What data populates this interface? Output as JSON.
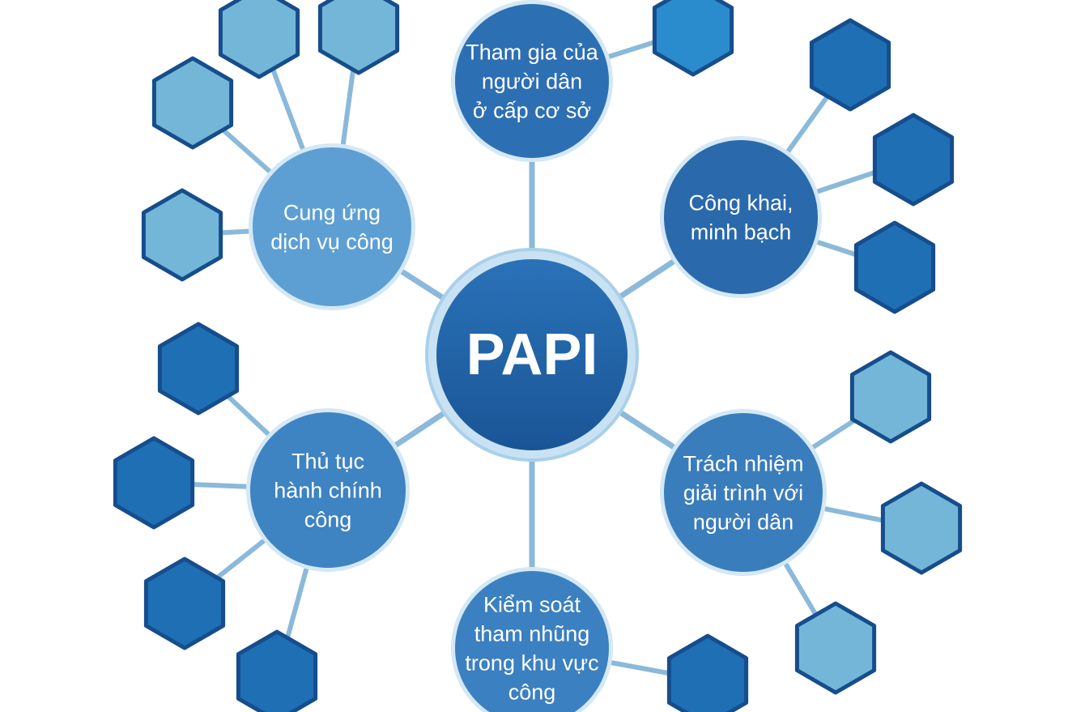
{
  "center": {
    "label": "PAPI"
  },
  "colors": {
    "center_fill": "#1f62a6",
    "center_ring": "#c9e2f3",
    "connector": "#8ab9da",
    "hex_light_fill": "#74b6d8",
    "hex_mid_fill": "#2b8ccd",
    "hex_dark_fill": "#1f6fb5",
    "hex_stroke": "#164d8c"
  },
  "dimensions": [
    {
      "id": "participation",
      "lines": [
        "Tham gia của",
        "người dân",
        "ở cấp cơ sở"
      ],
      "fill": "#2d6fb3",
      "hex_tone": "mid"
    },
    {
      "id": "transparency",
      "lines": [
        "Công khai,",
        "minh bạch"
      ],
      "fill": "#2a69ac",
      "hex_tone": "dark"
    },
    {
      "id": "accountability",
      "lines": [
        "Trách nhiệm",
        "giải trình với",
        "người dân"
      ],
      "fill": "#3a7dbc",
      "hex_tone": "light"
    },
    {
      "id": "anticorruption",
      "lines": [
        "Kiểm soát",
        "tham nhũng",
        "trong khu vực",
        "công"
      ],
      "fill": "#3b80c0",
      "hex_tone": "dark"
    },
    {
      "id": "procedures",
      "lines": [
        "Thủ tục",
        "hành chính",
        "công"
      ],
      "fill": "#3e83c2",
      "hex_tone": "dark"
    },
    {
      "id": "services",
      "lines": [
        "Cung ứng",
        "dịch vụ công"
      ],
      "fill": "#5d9fd3",
      "hex_tone": "light"
    }
  ]
}
